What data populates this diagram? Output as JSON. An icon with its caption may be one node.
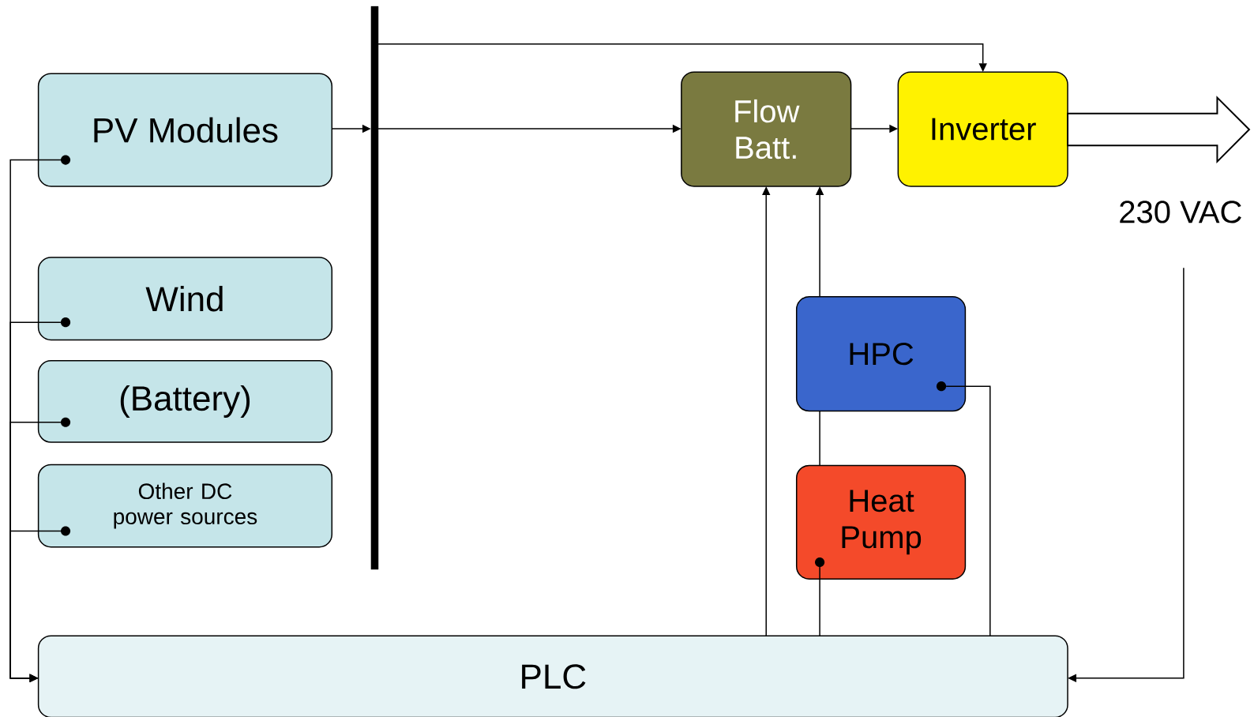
{
  "diagram": {
    "nodes": [
      {
        "text": [
          "PV Modules"
        ]
      },
      {
        "text": [
          "Wind"
        ]
      },
      {
        "text": [
          "(Battery)"
        ]
      },
      {
        "text": [
          "Other DC power sources"
        ]
      },
      {
        "text": [],
        "shape": "bar"
      },
      {
        "text": [
          "Flow Batt."
        ]
      },
      {
        "text": [
          "Inverter"
        ]
      },
      {
        "text": [
          "230 VAC"
        ]
      },
      {
        "text": [
          "HPC"
        ]
      },
      {
        "text": [
          "Heat Pump"
        ]
      },
      {
        "text": [
          "PLC"
        ]
      },
      {
        "text": [],
        "shape": "circle",
        "in": 0
      },
      {
        "text": [],
        "shape": "circle",
        "in": 1
      },
      {
        "text": [],
        "shape": "circle",
        "in": 2
      },
      {
        "text": [],
        "shape": "circle",
        "in": 3
      },
      {
        "text": [],
        "shape": "circle",
        "in": 8
      },
      {
        "text": [],
        "shape": "circle",
        "in": 9
      }
    ],
    "edges": [
      {
        "from": 0,
        "to": 4,
        "arrow": "to"
      },
      {
        "from": 4,
        "to": 5,
        "arrow": "to"
      },
      {
        "from": 4,
        "to": 6,
        "arrow": "to"
      },
      {
        "from": 5,
        "to": 6,
        "arrow": "to"
      },
      {
        "from": 6,
        "to": null,
        "arrow": "to",
        "style": "thick"
      },
      {
        "from": 11,
        "to": 10,
        "arrow": "to"
      },
      {
        "from": 12,
        "to": 10,
        "arrow": "to"
      },
      {
        "from": 13,
        "to": 10,
        "arrow": "to"
      },
      {
        "from": 14,
        "to": 10,
        "arrow": "to"
      },
      {
        "from": 10,
        "to": 5,
        "arrow": "to"
      },
      {
        "from": 8,
        "to": 5,
        "arrow": "to"
      },
      {
        "from": 9,
        "to": 8,
        "arrow": "none"
      },
      {
        "from": 16,
        "to": 10,
        "arrow": "none"
      },
      {
        "from": 15,
        "to": 10,
        "arrow": "none"
      },
      {
        "from": 7,
        "to": 10,
        "arrow": "to"
      }
    ]
  }
}
